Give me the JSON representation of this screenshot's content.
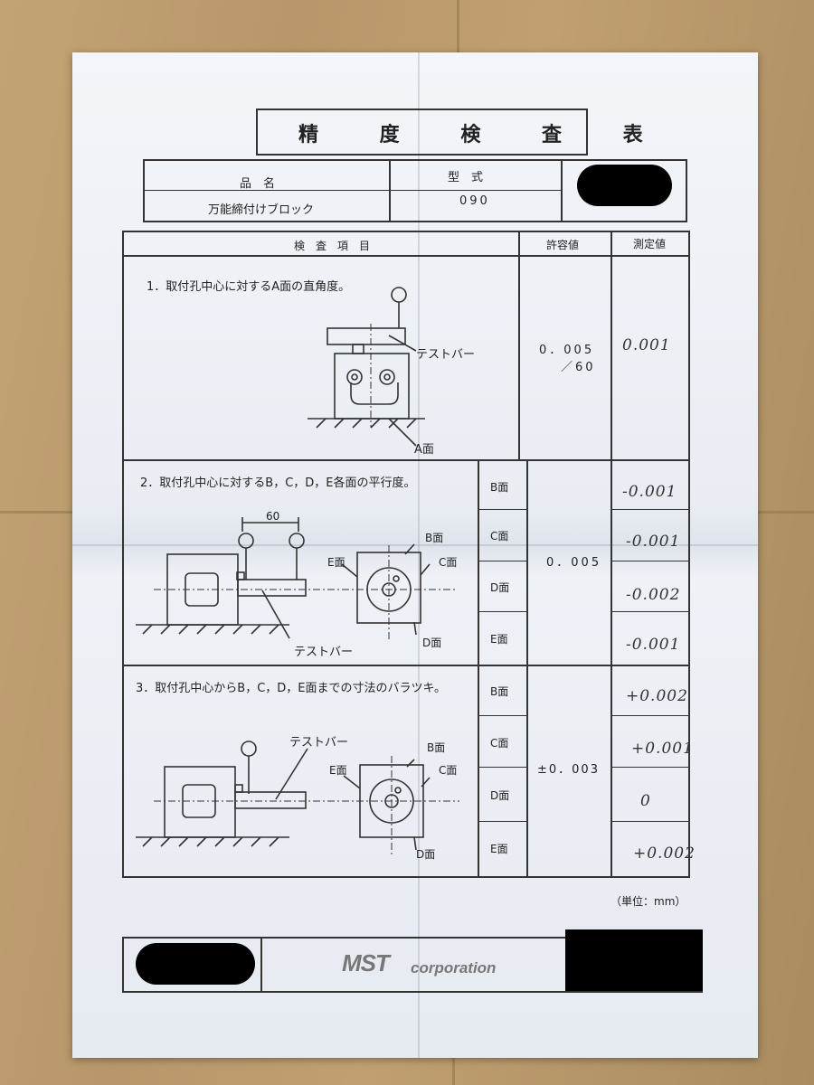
{
  "title": "精 度 検 査 表",
  "header": {
    "product_label": "品　名",
    "product_value": "万能締付けブロック",
    "model_label": "型　式",
    "model_value": "090"
  },
  "table_headers": {
    "item": "検　査　項　目",
    "tolerance": "許容値",
    "measured": "測定値"
  },
  "items": [
    {
      "text": "1．取付孔中心に対するA面の直角度。",
      "tolerance_line1": "0．005",
      "tolerance_line2": "／60",
      "measured": "0.001",
      "labels": {
        "test_bar": "テストバー",
        "face_a": "A面"
      }
    },
    {
      "text": "2．取付孔中心に対するB，C，D，E各面の平行度。",
      "tolerance": "0．005",
      "dimension": "60",
      "labels": {
        "face_b": "B面",
        "face_c": "C面",
        "face_d": "D面",
        "face_e": "E面",
        "test_bar": "テストバー"
      },
      "rows": [
        {
          "face": "B面",
          "measured": "-0.001"
        },
        {
          "face": "C面",
          "measured": "-0.001"
        },
        {
          "face": "D面",
          "measured": "-0.002"
        },
        {
          "face": "E面",
          "measured": "-0.001"
        }
      ]
    },
    {
      "text": "3．取付孔中心からB，C，D，E面までの寸法のバラツキ。",
      "tolerance": "±0．003",
      "labels": {
        "face_b": "B面",
        "face_c": "C面",
        "face_d": "D面",
        "face_e": "E面",
        "test_bar": "テストバー"
      },
      "rows": [
        {
          "face": "B面",
          "measured": "+0.002"
        },
        {
          "face": "C面",
          "measured": "+0.001"
        },
        {
          "face": "D面",
          "measured": "0"
        },
        {
          "face": "E面",
          "measured": "+0.002"
        }
      ]
    }
  ],
  "unit": "（単位：mm）",
  "footer": {
    "logo_mark": "MST",
    "logo_text": "corporation"
  }
}
